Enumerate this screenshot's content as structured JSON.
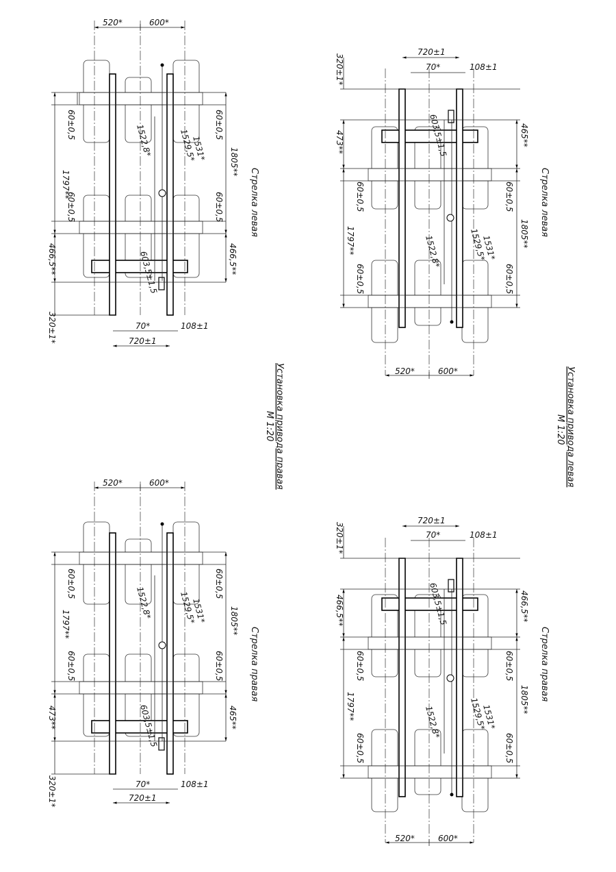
{
  "drawings": {
    "top_left": {
      "title": "Стрелка левая",
      "d520": "520*",
      "d600": "600*",
      "d60a": "60±0,5",
      "d60b": "60±0,5",
      "d60c": "60±0,5",
      "d60d": "60±0,5",
      "d1797": "1797**",
      "d1805": "1805**",
      "d466a": "466,5**",
      "d466b": "466,5**",
      "d1522": "1522,8*",
      "d1529": "1529,5*",
      "d1531": "1531*",
      "d603": "603,5±1,5",
      "d70": "70*",
      "d108": "108±1",
      "d720": "720±1",
      "d320": "320±1*"
    },
    "top_right": {
      "title": "Стрелка левая",
      "d720": "720±1",
      "d70": "70*",
      "d108": "108±1",
      "d320": "320±1*",
      "d603": "603,5±1,5",
      "d473": "473**",
      "d465": "465**",
      "d60a": "60±0,5",
      "d60b": "60±0,5",
      "d60c": "60±0,5",
      "d60d": "60±0,5",
      "d1797": "1797**",
      "d1805": "1805**",
      "d1522": "1522,8*",
      "d1529": "1529,5*",
      "d1531": "1531*",
      "d520": "520*",
      "d600": "600*"
    },
    "bottom_left": {
      "title": "Стрелка правая",
      "d520": "520*",
      "d600": "600*",
      "d60a": "60±0,5",
      "d60b": "60±0,5",
      "d60c": "60±0,5",
      "d60d": "60±0,5",
      "d1797": "1797**",
      "d1805": "1805**",
      "d473": "473**",
      "d465": "465**",
      "d1522": "1522,8*",
      "d1529": "1529,5*",
      "d1531": "1531*",
      "d603": "603,5±1,5",
      "d70": "70*",
      "d108": "108±1",
      "d720": "720±1",
      "d320": "320±1*"
    },
    "bottom_right": {
      "title": "Стрелка правая",
      "d720": "720±1",
      "d70": "70*",
      "d108": "108±1",
      "d320": "320±1*",
      "d603": "603,5±1,5",
      "d466a": "466,5**",
      "d466b": "466,5**",
      "d60a": "60±0,5",
      "d60b": "60±0,5",
      "d60c": "60±0,5",
      "d60d": "60±0,5",
      "d1797": "1797**",
      "d1805": "1805**",
      "d1522": "1522,8*",
      "d1529": "1529,5*",
      "d1531": "1531*",
      "d520": "520*",
      "d600": "600*"
    }
  },
  "captions": {
    "left_title": "Установка привода правая",
    "left_scale": "М 1:20",
    "right_title": "Установка привода левая",
    "right_scale": "М 1:20"
  }
}
